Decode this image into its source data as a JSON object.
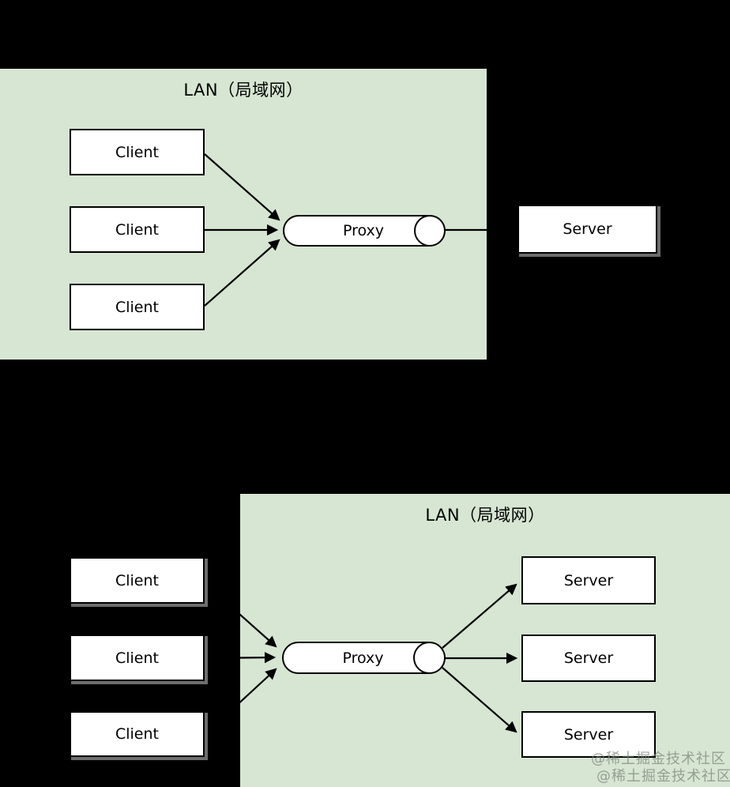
{
  "top_diagram": {
    "lan_title": "LAN（局域网）",
    "clients": [
      "Client",
      "Client",
      "Client"
    ],
    "proxy_label": "Proxy",
    "server_label": "Server"
  },
  "bottom_diagram": {
    "lan_title": "LAN（局域网）",
    "clients": [
      "Client",
      "Client",
      "Client"
    ],
    "proxy_label": "Proxy",
    "servers": [
      "Server",
      "Server",
      "Server"
    ]
  },
  "watermark": {
    "line1": "@稀土掘金技术社区",
    "line2": "@稀土掘金技术社区"
  },
  "colors": {
    "background": "#000000",
    "lan_fill": "#d7e5d3",
    "node_fill": "#ffffff",
    "node_border": "#000000",
    "connector": "#000000",
    "node_halo": "#808080",
    "watermark": "#7d877e"
  }
}
